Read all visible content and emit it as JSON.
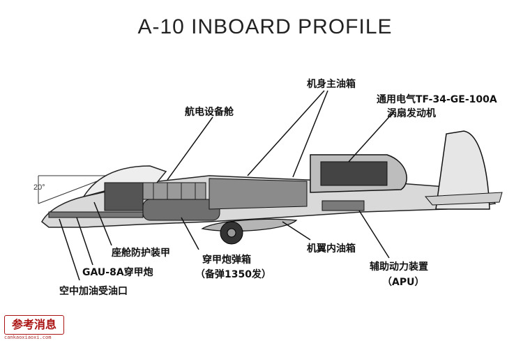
{
  "title": "A-10 INBOARD PROFILE",
  "angle_label": "20°",
  "labels": {
    "avionics_bay": "航电设备舱",
    "fuselage_main_tank": "机身主油箱",
    "engine_line1": "通用电气TF-34-GE-100A",
    "engine_line2": "涡扇发动机",
    "cockpit_armor": "座舱防护装甲",
    "gau8_gun": "GAU-8A穿甲炮",
    "refuel_receptacle": "空中加油受油口",
    "ammo_drum_line1": "穿甲炮弹箱",
    "ammo_drum_line2": "（备弹1350发）",
    "wing_inner_tank": "机翼内油箱",
    "apu_line1": "辅助动力装置",
    "apu_line2": "（APU）"
  },
  "watermark": {
    "text": "参考消息",
    "url": "cankaoxiaoxi.com"
  }
}
